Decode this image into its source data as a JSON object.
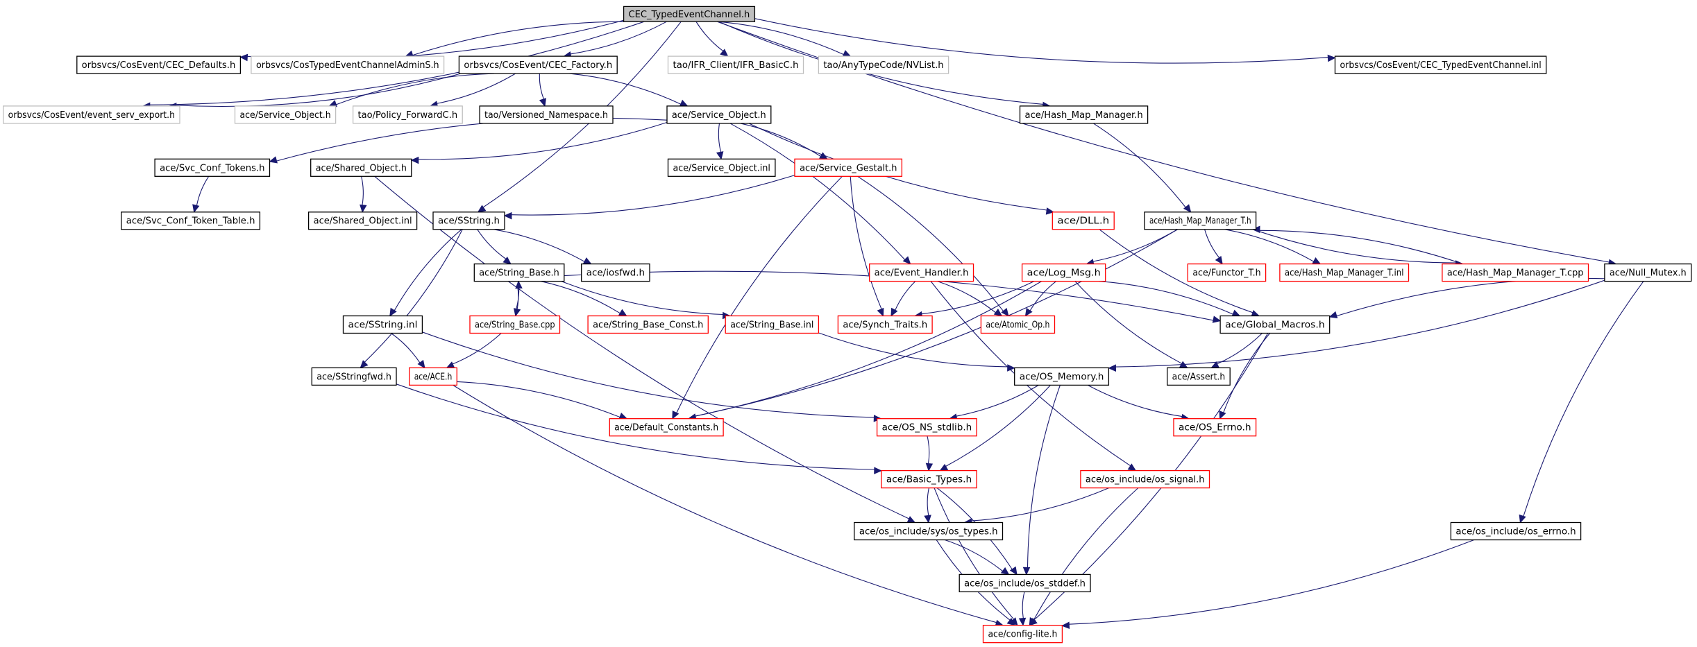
{
  "title": "CEC_TypedEventChannel.h include dependency graph",
  "colors": {
    "edge": "#191970",
    "documented_border": "#000000",
    "undocumented_border": "#bfbfbf",
    "truncated_border": "#ff0000",
    "root_fill": "#bfbfbf"
  },
  "nodes": [
    {
      "id": "n1",
      "label": "CEC_TypedEventChannel.h",
      "style": "root"
    },
    {
      "id": "n2",
      "label": "orbsvcs/CosEvent/CEC_Defaults.h",
      "style": "black"
    },
    {
      "id": "n3",
      "label": "orbsvcs/CosTypedEventChannelAdminS.h",
      "style": "gray"
    },
    {
      "id": "n4",
      "label": "orbsvcs/CosEvent/CEC_Factory.h",
      "style": "black"
    },
    {
      "id": "n5",
      "label": "tao/IFR_Client/IFR_BasicC.h",
      "style": "gray"
    },
    {
      "id": "n6",
      "label": "tao/AnyTypeCode/NVList.h",
      "style": "gray"
    },
    {
      "id": "n7",
      "label": "orbsvcs/CosEvent/CEC_TypedEventChannel.inl",
      "style": "black"
    },
    {
      "id": "n8",
      "label": "orbsvcs/CosEvent/event_serv_export.h",
      "style": "gray"
    },
    {
      "id": "n9",
      "label": "ace/Service_Object.h",
      "style": "gray"
    },
    {
      "id": "n10",
      "label": "tao/Policy_ForwardC.h",
      "style": "gray"
    },
    {
      "id": "n11",
      "label": "tao/Versioned_Namespace.h",
      "style": "black"
    },
    {
      "id": "n12",
      "label": "ace/Service_Object.h",
      "style": "black"
    },
    {
      "id": "n13",
      "label": "ace/Hash_Map_Manager.h",
      "style": "black"
    },
    {
      "id": "n14",
      "label": "ace/Svc_Conf_Tokens.h",
      "style": "black"
    },
    {
      "id": "n15",
      "label": "ace/Shared_Object.h",
      "style": "black"
    },
    {
      "id": "n16",
      "label": "ace/Service_Object.inl",
      "style": "black"
    },
    {
      "id": "n17",
      "label": "ace/Service_Gestalt.h",
      "style": "red"
    },
    {
      "id": "n18",
      "label": "ace/Svc_Conf_Token_Table.h",
      "style": "black"
    },
    {
      "id": "n19",
      "label": "ace/Shared_Object.inl",
      "style": "black"
    },
    {
      "id": "n20",
      "label": "ace/SString.h",
      "style": "black"
    },
    {
      "id": "n21",
      "label": "ace/DLL.h",
      "style": "red"
    },
    {
      "id": "n22",
      "label": "ace/Hash_Map_Manager_T.h",
      "style": "black"
    },
    {
      "id": "n23",
      "label": "ace/String_Base.h",
      "style": "black"
    },
    {
      "id": "n24",
      "label": "ace/iosfwd.h",
      "style": "black"
    },
    {
      "id": "n25",
      "label": "ace/Event_Handler.h",
      "style": "red"
    },
    {
      "id": "n26",
      "label": "ace/Log_Msg.h",
      "style": "red"
    },
    {
      "id": "n27",
      "label": "ace/Functor_T.h",
      "style": "red"
    },
    {
      "id": "n28",
      "label": "ace/Hash_Map_Manager_T.inl",
      "style": "red"
    },
    {
      "id": "n29",
      "label": "ace/Hash_Map_Manager_T.cpp",
      "style": "red"
    },
    {
      "id": "n30",
      "label": "ace/Null_Mutex.h",
      "style": "black"
    },
    {
      "id": "n31",
      "label": "ace/SString.inl",
      "style": "black"
    },
    {
      "id": "n32",
      "label": "ace/String_Base.cpp",
      "style": "red"
    },
    {
      "id": "n33",
      "label": "ace/String_Base_Const.h",
      "style": "red"
    },
    {
      "id": "n34",
      "label": "ace/String_Base.inl",
      "style": "red"
    },
    {
      "id": "n35",
      "label": "ace/Synch_Traits.h",
      "style": "red"
    },
    {
      "id": "n36",
      "label": "ace/Atomic_Op.h",
      "style": "red"
    },
    {
      "id": "n37",
      "label": "ace/Global_Macros.h",
      "style": "black"
    },
    {
      "id": "n38",
      "label": "ace/SStringfwd.h",
      "style": "black"
    },
    {
      "id": "n39",
      "label": "ace/ACE.h",
      "style": "red"
    },
    {
      "id": "n40",
      "label": "ace/OS_Memory.h",
      "style": "black"
    },
    {
      "id": "n41",
      "label": "ace/Assert.h",
      "style": "black"
    },
    {
      "id": "n42",
      "label": "ace/Default_Constants.h",
      "style": "red"
    },
    {
      "id": "n43",
      "label": "ace/OS_NS_stdlib.h",
      "style": "red"
    },
    {
      "id": "n44",
      "label": "ace/OS_Errno.h",
      "style": "red"
    },
    {
      "id": "n45",
      "label": "ace/Basic_Types.h",
      "style": "red"
    },
    {
      "id": "n46",
      "label": "ace/os_include/os_signal.h",
      "style": "red"
    },
    {
      "id": "n47",
      "label": "ace/os_include/sys/os_types.h",
      "style": "black"
    },
    {
      "id": "n48",
      "label": "ace/os_include/os_errno.h",
      "style": "black"
    },
    {
      "id": "n49",
      "label": "ace/os_include/os_stddef.h",
      "style": "black"
    },
    {
      "id": "n50",
      "label": "ace/config-lite.h",
      "style": "red"
    }
  ],
  "edges": [
    [
      "n1",
      "n2"
    ],
    [
      "n1",
      "n3"
    ],
    [
      "n1",
      "n4"
    ],
    [
      "n1",
      "n5"
    ],
    [
      "n1",
      "n6"
    ],
    [
      "n1",
      "n7"
    ],
    [
      "n1",
      "n8"
    ],
    [
      "n1",
      "n13"
    ],
    [
      "n1",
      "n20"
    ],
    [
      "n1",
      "n30"
    ],
    [
      "n4",
      "n8"
    ],
    [
      "n4",
      "n9"
    ],
    [
      "n4",
      "n10"
    ],
    [
      "n4",
      "n11"
    ],
    [
      "n4",
      "n12"
    ],
    [
      "n12",
      "n14"
    ],
    [
      "n12",
      "n15"
    ],
    [
      "n12",
      "n16"
    ],
    [
      "n12",
      "n17"
    ],
    [
      "n12",
      "n21"
    ],
    [
      "n12",
      "n25"
    ],
    [
      "n14",
      "n18"
    ],
    [
      "n15",
      "n19"
    ],
    [
      "n15",
      "n47"
    ],
    [
      "n17",
      "n20"
    ],
    [
      "n17",
      "n35"
    ],
    [
      "n17",
      "n36"
    ],
    [
      "n17",
      "n42"
    ],
    [
      "n13",
      "n22"
    ],
    [
      "n20",
      "n23"
    ],
    [
      "n20",
      "n24"
    ],
    [
      "n20",
      "n31"
    ],
    [
      "n20",
      "n38"
    ],
    [
      "n21",
      "n37"
    ],
    [
      "n22",
      "n26"
    ],
    [
      "n22",
      "n27"
    ],
    [
      "n22",
      "n28"
    ],
    [
      "n22",
      "n29"
    ],
    [
      "n22",
      "n42"
    ],
    [
      "n29",
      "n22"
    ],
    [
      "n23",
      "n32"
    ],
    [
      "n32",
      "n23"
    ],
    [
      "n23",
      "n33"
    ],
    [
      "n23",
      "n34"
    ],
    [
      "n23",
      "n37"
    ],
    [
      "n25",
      "n35"
    ],
    [
      "n25",
      "n36"
    ],
    [
      "n25",
      "n46"
    ],
    [
      "n26",
      "n35"
    ],
    [
      "n26",
      "n36"
    ],
    [
      "n26",
      "n37"
    ],
    [
      "n26",
      "n41"
    ],
    [
      "n26",
      "n42"
    ],
    [
      "n30",
      "n37"
    ],
    [
      "n30",
      "n40"
    ],
    [
      "n30",
      "n48"
    ],
    [
      "n31",
      "n39"
    ],
    [
      "n31",
      "n43"
    ],
    [
      "n32",
      "n39"
    ],
    [
      "n34",
      "n40"
    ],
    [
      "n37",
      "n41"
    ],
    [
      "n37",
      "n44"
    ],
    [
      "n37",
      "n50"
    ],
    [
      "n38",
      "n45"
    ],
    [
      "n39",
      "n42"
    ],
    [
      "n39",
      "n50"
    ],
    [
      "n40",
      "n43"
    ],
    [
      "n40",
      "n44"
    ],
    [
      "n40",
      "n45"
    ],
    [
      "n40",
      "n49"
    ],
    [
      "n43",
      "n45"
    ],
    [
      "n45",
      "n47"
    ],
    [
      "n45",
      "n49"
    ],
    [
      "n45",
      "n50"
    ],
    [
      "n46",
      "n47"
    ],
    [
      "n46",
      "n50"
    ],
    [
      "n47",
      "n49"
    ],
    [
      "n47",
      "n50"
    ],
    [
      "n48",
      "n50"
    ],
    [
      "n49",
      "n50"
    ]
  ]
}
